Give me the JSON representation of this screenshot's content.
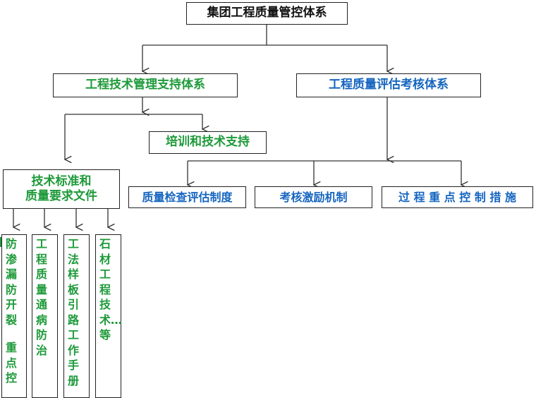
{
  "root": {
    "label": "集团工程质量管控体系"
  },
  "branches": {
    "tech": {
      "label": "工程技术管理支持体系"
    },
    "quality": {
      "label": "工程质量评估考核体系"
    }
  },
  "tech_children": {
    "standards_line1": "技术标准和",
    "standards_line2": "质量要求文件",
    "training": "培训和技术支持"
  },
  "quality_children": [
    {
      "label": "质量检查评估制度"
    },
    {
      "label": "考核激励机制"
    },
    {
      "label": "过 程 重 点 控 制 措 施"
    }
  ],
  "documents": [
    {
      "line1": "防渗漏防开裂",
      "line2": "重点控"
    },
    {
      "label": "工程质量通病防治"
    },
    {
      "label": "工法样板引路工作手册"
    },
    {
      "label": "石材工程技术…等"
    }
  ],
  "colors": {
    "green": "#1e9a3a",
    "blue": "#1565c0",
    "line": "#333333"
  }
}
